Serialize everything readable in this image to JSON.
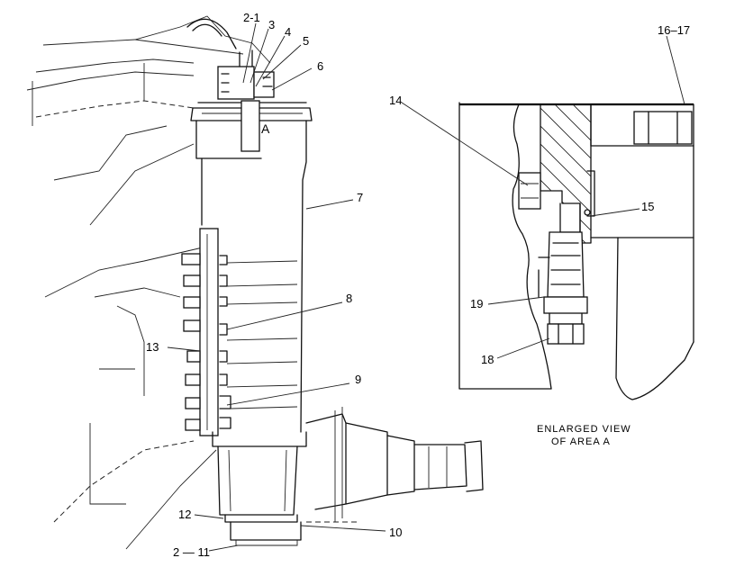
{
  "labels": {
    "l2_1": "2-1",
    "l3": "3",
    "l4": "4",
    "l5": "5",
    "l6": "6",
    "lA": "A",
    "l7": "7",
    "l8": "8",
    "l9": "9",
    "l10": "10",
    "l12": "12",
    "l13": "13",
    "l2_11": "2 — 11",
    "l14": "14",
    "l15": "15",
    "l16_17": "16–17",
    "l18": "18",
    "l19": "19"
  },
  "caption": {
    "line1": "ENLARGED VIEW",
    "line2": "OF AREA A"
  }
}
